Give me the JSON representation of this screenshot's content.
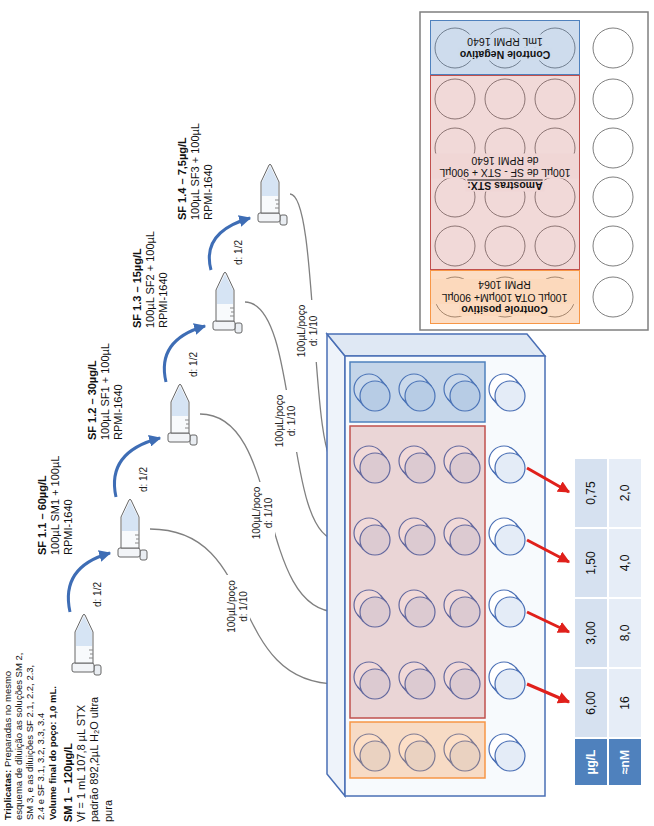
{
  "diagram": {
    "nodes": [
      {
        "text": [
          "SM 1 – 120µg/L",
          "Vf = 1 mL 107,8 µL STX padrão 892,2µL H₂O ultra pura"
        ]
      },
      {
        "text": [
          "SF 1.1 – 60µg/L",
          "100µL SM1 + 100µL RPMI-1640"
        ]
      },
      {
        "text": [
          "SF 1.2 – 30µg/L",
          "100µL SF1 + 100µL RPMI-1640"
        ]
      },
      {
        "text": [
          "SF 1.3 – 15µg/L",
          "100µL SF2 + 100µL RPMI-1640"
        ]
      },
      {
        "text": [
          "SF 1.4 – 7,5µg/L",
          "100µL SF3 + 100µL RPMI-1640"
        ]
      },
      {
        "text": [
          "Controle positivo",
          "100µL OTA 100µM+ 900µL RPMI 1064"
        ]
      },
      {
        "text": [
          "Amostras STX:",
          "100µL de SF - STX + 900µL de RPMI 1640"
        ]
      },
      {
        "text": [
          "Controle Negativo",
          "1mL RPMI 1640"
        ]
      }
    ],
    "edges": [
      {
        "from": 0,
        "to": 1,
        "label": "d: 1/2",
        "arrow": "to"
      },
      {
        "from": 1,
        "to": 2,
        "label": "d: 1/2",
        "arrow": "to"
      },
      {
        "from": 2,
        "to": 3,
        "label": "d: 1/2",
        "arrow": "to"
      },
      {
        "from": 3,
        "to": 4,
        "label": "d: 1/2",
        "arrow": "to"
      }
    ],
    "labels": [
      "Triplicatas:",
      "Preparadas no mesmo esquema de diluição as soluções SM 2, SM 3, e as diluições SF 2.1, 2.2, 2.3, 2.4 e SF 3.1, 3.2, 3.3, 3.4",
      "Volume final do poço: 1,0 mL.",
      "100µL/poço d: 1/10",
      "100µL/poço d: 1/10",
      "100µL/poço d: 1/10",
      "100µL/poço d: 1/10",
      "µg/L",
      "6,00",
      "3,00",
      "1,50",
      "0,75",
      "≈nM",
      "16",
      "8,0",
      "4,0",
      "2,0"
    ]
  }
}
